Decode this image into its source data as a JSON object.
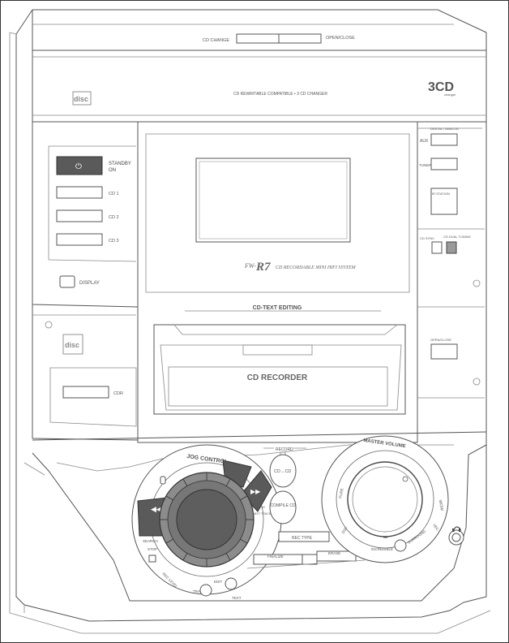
{
  "top_tray": {
    "cd_change": "CD CHANGE",
    "open_close": "OPEN/CLOSE"
  },
  "cd_drawer": {
    "compat_text": "CD REWRITABLE COMPATIBLE • 3 CD CHANGER",
    "logo_3cd": "3CD",
    "logo_3cd_sub": "changer"
  },
  "left_panel": {
    "standby_label": "STANDBY",
    "on_label": "ON",
    "standby_symbol": "⏻",
    "cd1": "CD 1",
    "cd2": "CD 2",
    "cd3": "CD 3",
    "display": "DISPLAY",
    "cdr": "CDR"
  },
  "center_panel": {
    "model_prefix": "FW-",
    "model_name": "R7",
    "model_desc": "CD RECORDABLE MINI HIFI SYSTEM",
    "cd_text_editing": "CD-TEXT EDITING",
    "cd_recorder": "CD RECORDER"
  },
  "right_panel": {
    "aux": "AUX",
    "digital_analog": "DIGITAL / ANALOG",
    "tuner": "TUNER",
    "ir_station": "IR STATION",
    "cd_sync": "CD SYNC",
    "cd_dual_tuning": "CD DUAL TUNING",
    "open_close": "OPEN/CLOSE"
  },
  "controls": {
    "jog_control": "JOG CONTROL",
    "search_left": "SEARCH",
    "stop": "STOP",
    "search_right": "SEARCH",
    "next_track": "NEXT TRACK",
    "rec_level": "REC LEVEL",
    "track": "TRACK",
    "edit": "EDIT",
    "text": "TEXT",
    "record": "RECORD",
    "cd_to_cd": "CD→CD",
    "compile_cd": "COMPILE CD",
    "rec_type": "REC TYPE",
    "finalize": "FINALIZE",
    "erase": "ERASE",
    "master_volume": "MASTER VOLUME",
    "pure": "PURE",
    "surround": "SURROUND",
    "incredible": "INCREDIBLE",
    "dsc": "DSC",
    "wow": "WOW",
    "vec": "VEC"
  }
}
